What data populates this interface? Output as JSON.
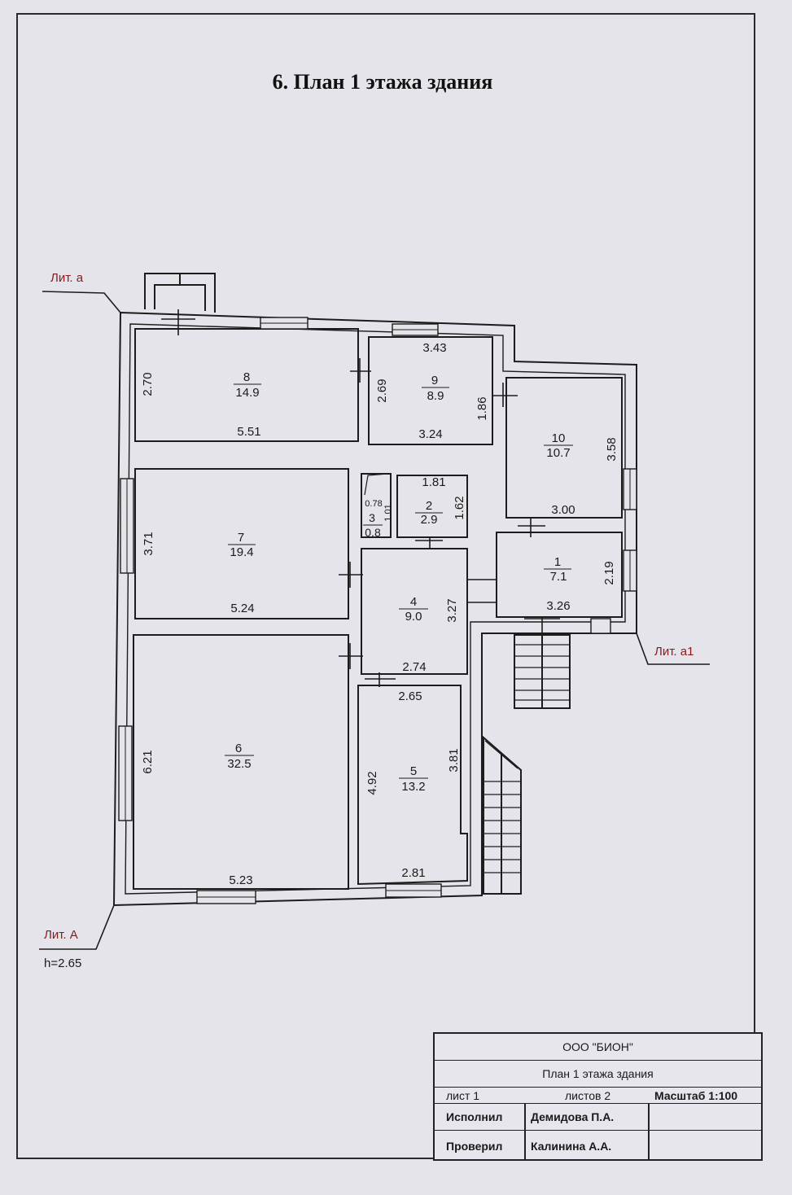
{
  "title": "6. План 1 этажа здания",
  "labels": {
    "lit_a_small": "Лит. а",
    "lit_a1": "Лит. а1",
    "lit_A": "Лит. А",
    "height": "h=2.65"
  },
  "rooms": [
    {
      "id": "8",
      "area": "14.9"
    },
    {
      "id": "9",
      "area": "8.9"
    },
    {
      "id": "10",
      "area": "10.7"
    },
    {
      "id": "7",
      "area": "19.4"
    },
    {
      "id": "3",
      "area": "0.8"
    },
    {
      "id": "2",
      "area": "2.9"
    },
    {
      "id": "1",
      "area": "7.1"
    },
    {
      "id": "4",
      "area": "9.0"
    },
    {
      "id": "6",
      "area": "32.5"
    },
    {
      "id": "5",
      "area": "13.2"
    }
  ],
  "dimensions": {
    "r8_h": "2.70",
    "r8_w": "5.51",
    "r9_top": "3.43",
    "r9_left": "2.69",
    "r9_right": "1.86",
    "r9_w": "3.24",
    "r10_h": "3.58",
    "r10_w": "3.00",
    "r7_h": "3.71",
    "r7_w": "5.24",
    "r3_top": "0.78",
    "r3_side": "1.01",
    "r2_top": "1.81",
    "r2_side": "1.62",
    "r1_h": "2.19",
    "r1_w": "3.26",
    "r4_h": "3.27",
    "r4_w": "2.74",
    "r6_h": "6.21",
    "r6_w": "5.23",
    "r5_top": "2.65",
    "r5_left": "4.92",
    "r5_right": "3.81",
    "r5_w": "2.81"
  },
  "stamp": {
    "org": "ООО \"БИОН\"",
    "doc": "План 1 этажа здания",
    "sheet": "лист 1",
    "sheets": "листов 2",
    "scale": "Масштаб 1:100",
    "performed_label": "Исполнил",
    "performed_name": "Демидова П.А.",
    "checked_label": "Проверил",
    "checked_name": "Калинина А.А."
  }
}
